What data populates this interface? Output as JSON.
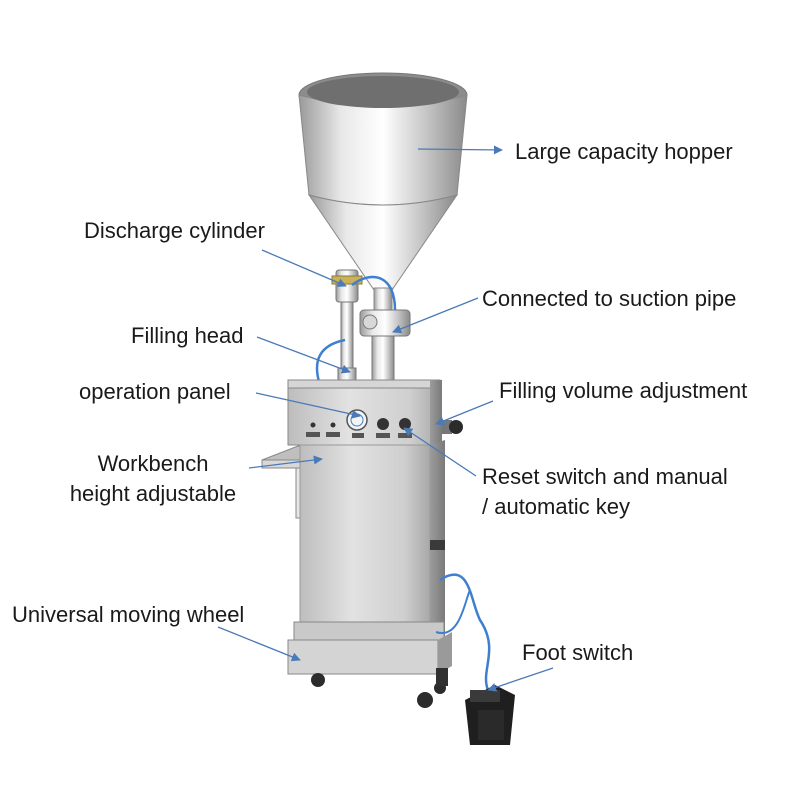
{
  "labels": {
    "hopper": "Large capacity hopper",
    "discharge_cylinder": "Discharge cylinder",
    "suction_pipe": "Connected to suction pipe",
    "filling_head": "Filling head",
    "operation_panel": "operation panel",
    "volume_adjustment": "Filling volume adjustment",
    "workbench_line1": "Workbench",
    "workbench_line2": "height adjustable",
    "reset_line1": "Reset switch and manual",
    "reset_line2": "/ automatic key",
    "wheel": "Universal moving wheel",
    "foot_switch": "Foot switch"
  },
  "colors": {
    "arrow": "#4a7ab8",
    "steel_light": "#e6e6e6",
    "steel_mid": "#b9b9b9",
    "steel_dark": "#7d7d7d",
    "hose": "#3f7fd0"
  }
}
